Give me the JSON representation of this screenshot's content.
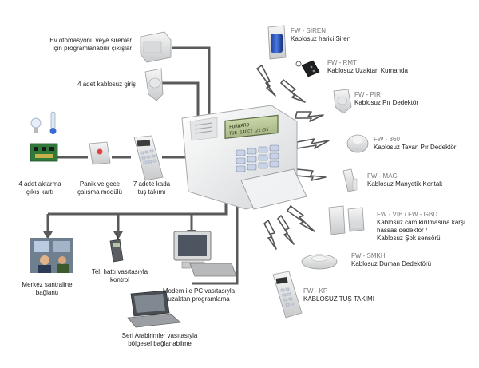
{
  "left_labels": {
    "home_automation": [
      "Ev otomasyonu veye sirenler",
      "için programlanabilir çıkışlar"
    ],
    "wired_inputs": "4 adet kablosuz giriş",
    "relay_card": [
      "4 adet aktarma",
      "çıkış kartı"
    ],
    "panic_module": [
      "Panik ve gece",
      "çalışma modülü"
    ],
    "wired_keypad": [
      "7 adete kada",
      "tuş takımı"
    ]
  },
  "bottom_labels": {
    "central_station": [
      "Merkez santraline",
      "bağlantı"
    ],
    "phone_control": [
      "Tel. hattı vasıtasıyla",
      "kontrol"
    ],
    "pc_modem": [
      "Modem ile PC vasıtasıyla",
      "uzaktan programlama"
    ],
    "serial": [
      "Seri Arabirimler vasıtasıyla",
      "bölgesel bağlanabilme"
    ]
  },
  "devices": [
    {
      "code": "FW - SIREN",
      "name": [
        "Kablosuz harici Siren"
      ]
    },
    {
      "code": "FW - RMT",
      "name": [
        "Kablosuz Uzaktan Kumanda"
      ]
    },
    {
      "code": "FW - PIR",
      "name": [
        "Kablosuz Pır Dedektör"
      ]
    },
    {
      "code": "FW - 360",
      "name": [
        "Kablosuz Tavan Pır Dedektör"
      ]
    },
    {
      "code": "FW - MAG",
      "name": [
        "Kablosuz Manyetik Kontak"
      ]
    },
    {
      "code": "FW - VIB / FW - GBD",
      "name": [
        "Kablosuz cam kırılmasına karşı",
        "hassas dedektör /",
        "Kablosuz Şok sensörü"
      ]
    },
    {
      "code": "FW - SMKH",
      "name": [
        "Kablosuz Duman Dedektörü"
      ]
    },
    {
      "code": "FW - KP",
      "name": [
        "KABLOSUZ TUŞ TAKIMI"
      ]
    }
  ],
  "panel": {
    "lcd_line1": "FORWARD",
    "lcd_line2": "TUE 14OCT 22:55"
  }
}
